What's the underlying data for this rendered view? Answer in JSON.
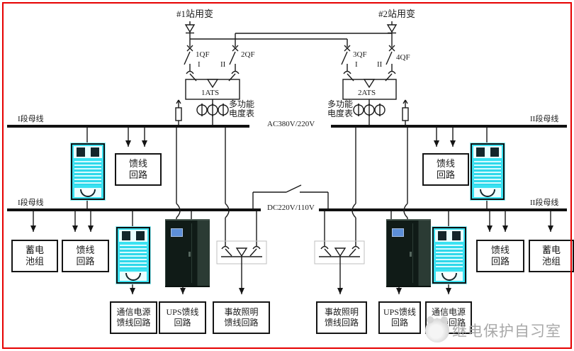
{
  "frame_color": "#e60000",
  "sources": {
    "t1": "#1站用变",
    "t2": "#2站用变"
  },
  "breakers": {
    "qf1": "1QF",
    "qf2": "2QF",
    "qf3": "3QF",
    "qf4": "4QF"
  },
  "ats": {
    "a1": "1ATS",
    "a2": "2ATS",
    "in1": "I",
    "in2": "II"
  },
  "meter": {
    "line1": "多功能",
    "line2": "电度表"
  },
  "buses": {
    "ac_left": "I段母线",
    "ac_right": "II段母线",
    "dc_left": "I段母线",
    "dc_right": "II段母线",
    "ac_voltage": "AC380V/220V",
    "dc_voltage": "DC220V/110V"
  },
  "boxes": {
    "feeder": {
      "line1": "馈线",
      "line2": "回路"
    },
    "battery": {
      "line1": "蓄电",
      "line2": "池组"
    },
    "comm": {
      "line1": "通信电源",
      "line2": "馈线回路"
    },
    "ups": {
      "line1": "UPS馈线",
      "line2": "回路"
    },
    "lighting": {
      "line1": "事故照明",
      "line2": "馈线回路"
    }
  },
  "watermark": {
    "text": "继电保护自习室"
  }
}
